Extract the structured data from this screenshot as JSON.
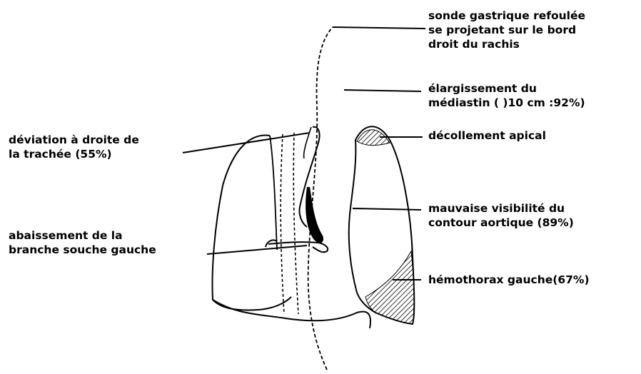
{
  "figure": {
    "labels": {
      "sonde": [
        "sonde gastrique refoulée",
        "se projetant sur le bord",
        "droit du rachis"
      ],
      "elargissement": [
        "élargissement du",
        "médiastin ( )10 cm :92%)"
      ],
      "decollement": [
        "décollement apical"
      ],
      "mauvaise": [
        "mauvaise visibilité du",
        "contour aortique (89%)"
      ],
      "hemothorax": [
        "hémothorax gauche(67%)"
      ],
      "deviation": [
        "déviation à droite de",
        "la trachée (55%)"
      ],
      "abaissement": [
        "abaissement de la",
        "branche souche gauche"
      ]
    }
  }
}
